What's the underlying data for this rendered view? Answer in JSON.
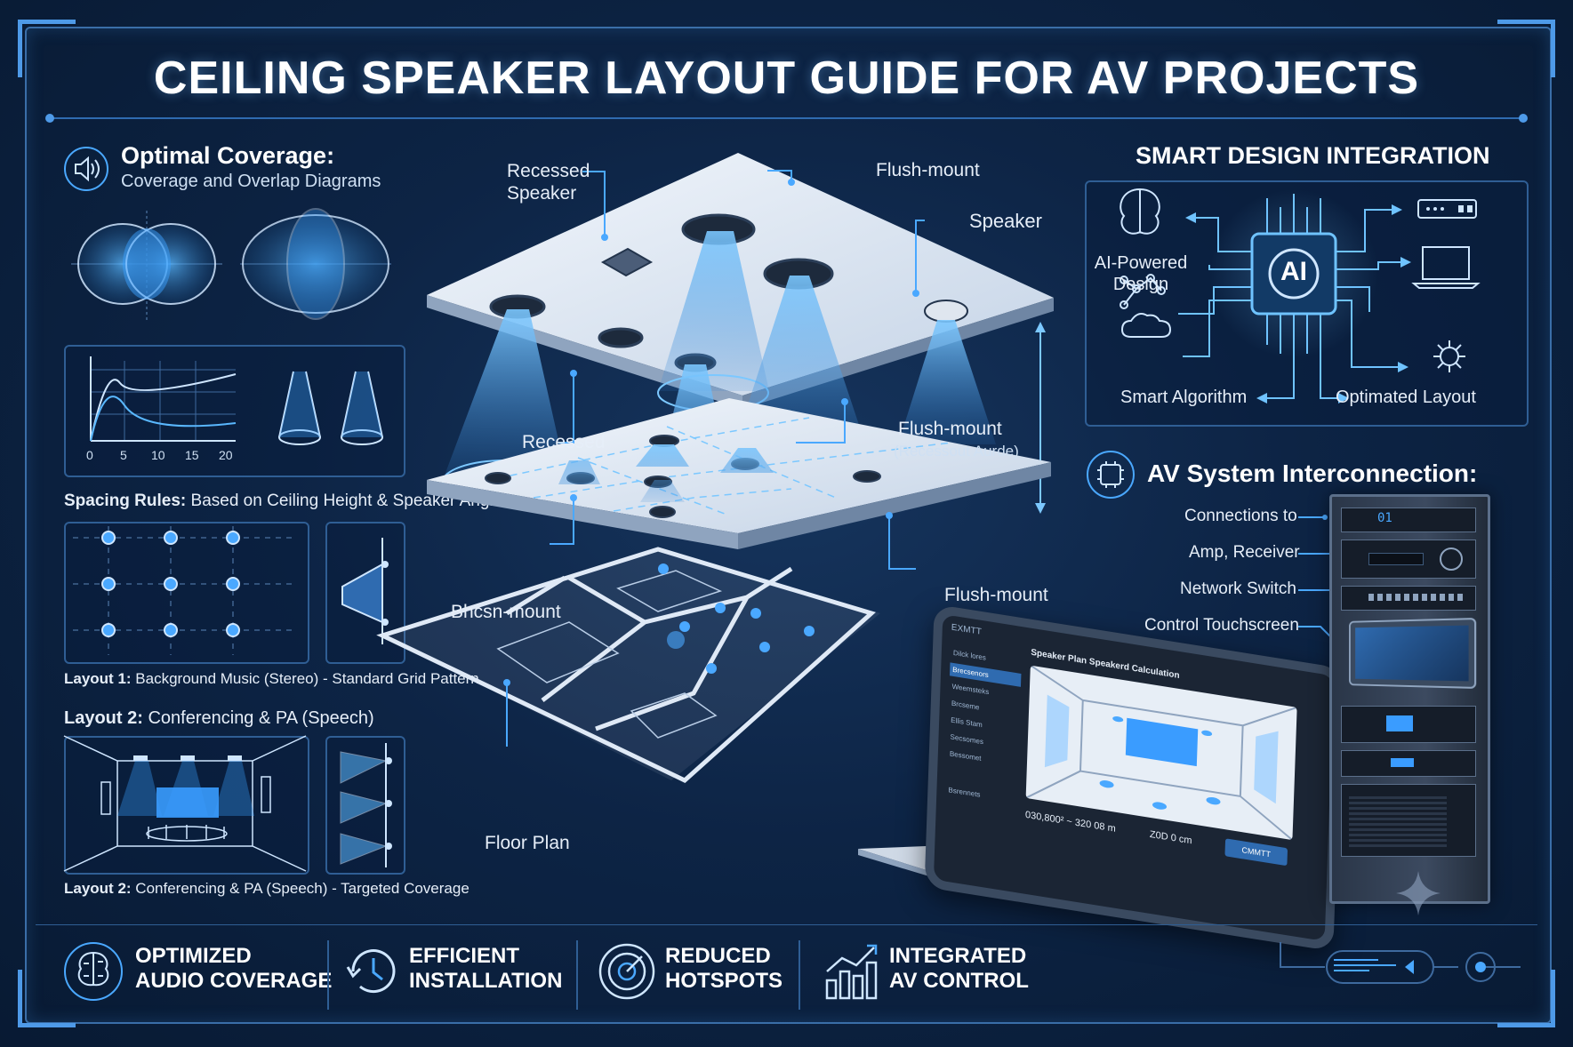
{
  "title": "CEILING SPEAKER LAYOUT GUIDE FOR AV PROJECTS",
  "coverage": {
    "heading": "Optimal Coverage:",
    "subheading": "Coverage and Overlap Diagrams",
    "graph_ticks": [
      "0",
      "5",
      "10",
      "15",
      "20"
    ]
  },
  "spacing": {
    "label": "Spacing Rules:",
    "text": "Based on Ceiling Height & Speaker Angle"
  },
  "layout1": {
    "label": "Layout 1:",
    "text": "Background Music (Stereo) - Standard Grid Pattern"
  },
  "layout2_title": {
    "label": "Layout 2:",
    "text": "Conferencing & PA (Speech)"
  },
  "layout2": {
    "label": "Layout 2:",
    "text": "Conferencing & PA (Speech) - Targeted Coverage"
  },
  "center_labels": {
    "recessed_speaker": [
      "Recessed",
      "Speaker"
    ],
    "flush_mount_top": "Flush-mount",
    "speaker": "Speaker",
    "recessed": "Recessed",
    "flush_mount_mid": "Flush-mount",
    "flush_mount_mid_sub": "(Recessout Aurde)",
    "bhcsn_mount": "Bhcsn-mount",
    "flush_mount_low": "Flush-mount",
    "floor_plan": "Floor Plan"
  },
  "tablet": {
    "brand": "EXMTT",
    "header": "Speaker Plan Speakerd Calculation",
    "menu": [
      "Dilck lores",
      "Brecsenors",
      "Weemsteks",
      "Brcseme",
      "Ellis Stam",
      "Secsomes",
      "Bessomet",
      "Bsrennets"
    ],
    "readout_1": "030,800² ~ 320 08 m",
    "readout_2": "Z0D 0 cm",
    "button": "CMMTT"
  },
  "smart": {
    "heading": "SMART DESIGN INTEGRATION",
    "ai_label": "AI",
    "ai_powered": [
      "AI-Powered",
      "Design"
    ],
    "smart_algorithm": "Smart Algorithm",
    "optimated_layout": "Optimated Layout"
  },
  "av": {
    "heading": "AV System Interconnection:",
    "items": [
      "Connections to",
      "Amp, Receiver",
      "Network Switch",
      "Control Touchscreen"
    ],
    "rack_display": "01"
  },
  "benefits": [
    {
      "icon": "brain-icon",
      "line1": "OPTIMIZED",
      "line2": "AUDIO COVERAGE"
    },
    {
      "icon": "clock-refresh-icon",
      "line1": "EFFICIENT",
      "line2": "INSTALLATION"
    },
    {
      "icon": "target-icon",
      "line1": "REDUCED",
      "line2": "HOTSPOTS"
    },
    {
      "icon": "growth-chart-icon",
      "line1": "INTEGRATED",
      "line2": "AV CONTROL"
    }
  ],
  "colors": {
    "accent": "#4aa8ff",
    "panel_border": "#2f5e94",
    "background": "#0d2445",
    "cone": "#5ab8ff"
  }
}
